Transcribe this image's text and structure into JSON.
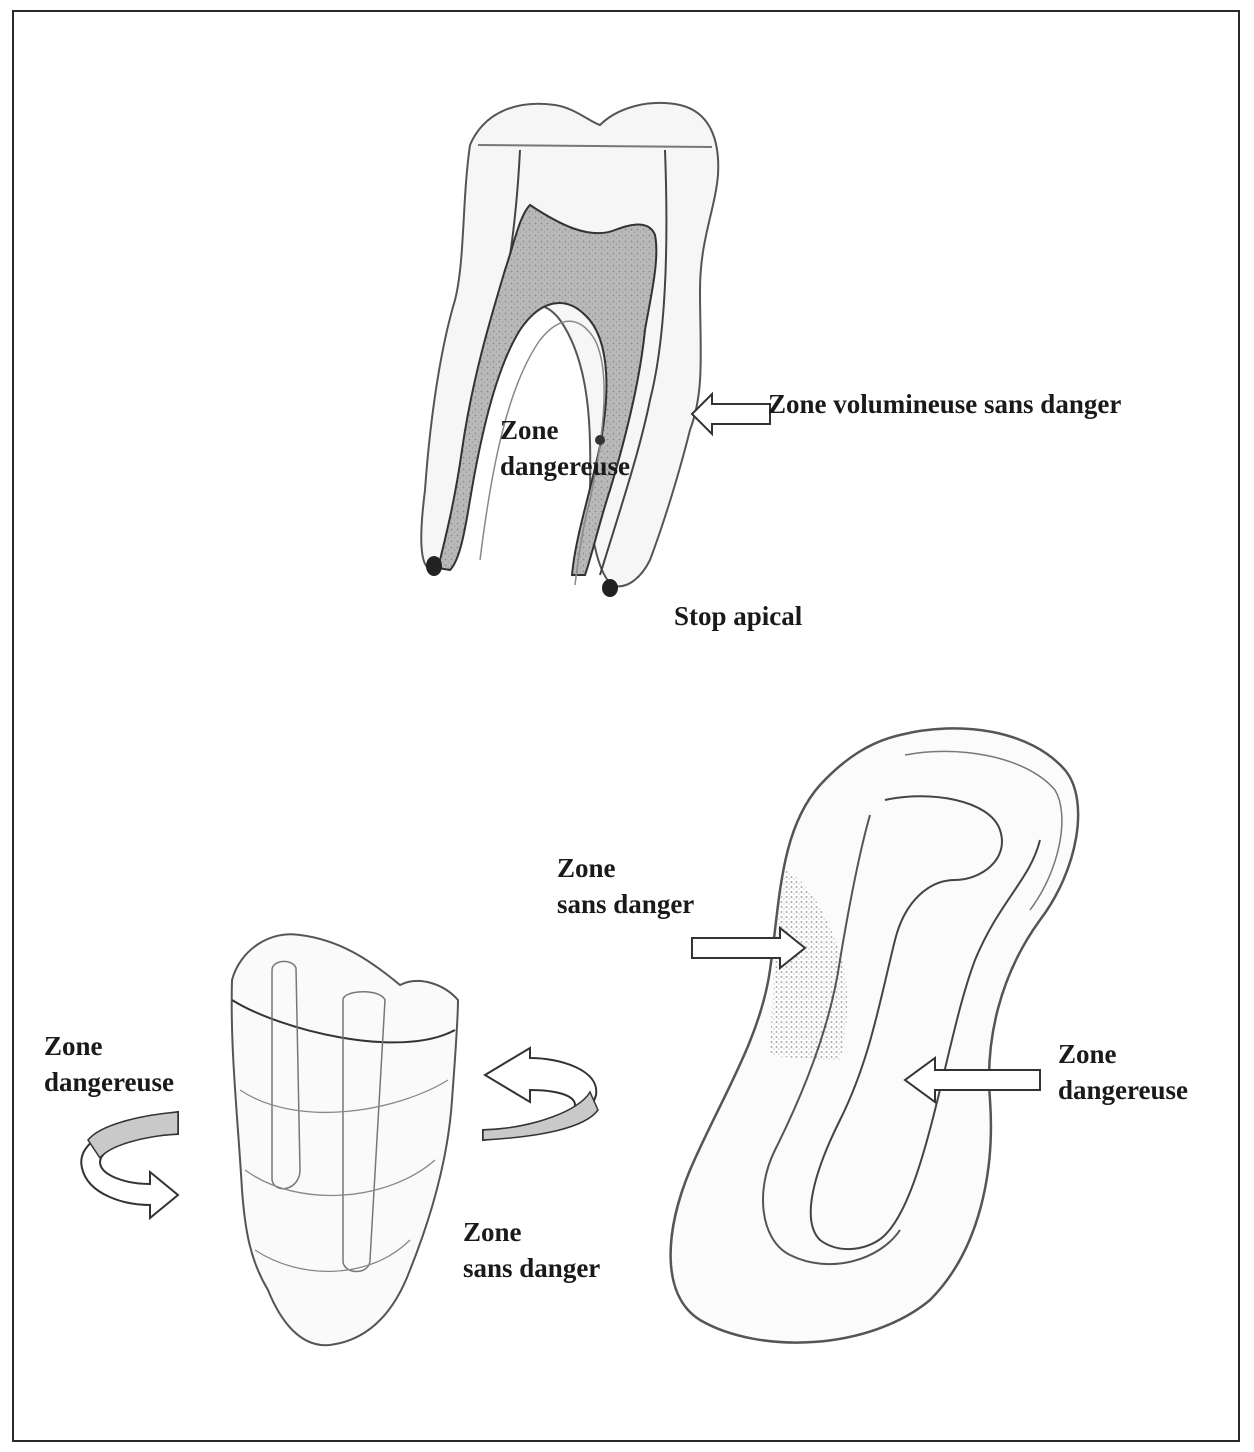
{
  "figure": {
    "top_diagram": {
      "label_safe_volume": "Zone volumineuse sans danger",
      "label_danger_line1": "Zone",
      "label_danger_line2": "dangereuse",
      "label_apical_stop": "Stop apical"
    },
    "bottom_left_diagram": {
      "label_danger_line1": "Zone",
      "label_danger_line2": "dangereuse",
      "label_safe_line1": "Zone",
      "label_safe_line2": "sans danger"
    },
    "bottom_right_diagram": {
      "label_safe_line1": "Zone",
      "label_safe_line2": "sans danger",
      "label_danger_line1": "Zone",
      "label_danger_line2": "dangereuse"
    }
  }
}
